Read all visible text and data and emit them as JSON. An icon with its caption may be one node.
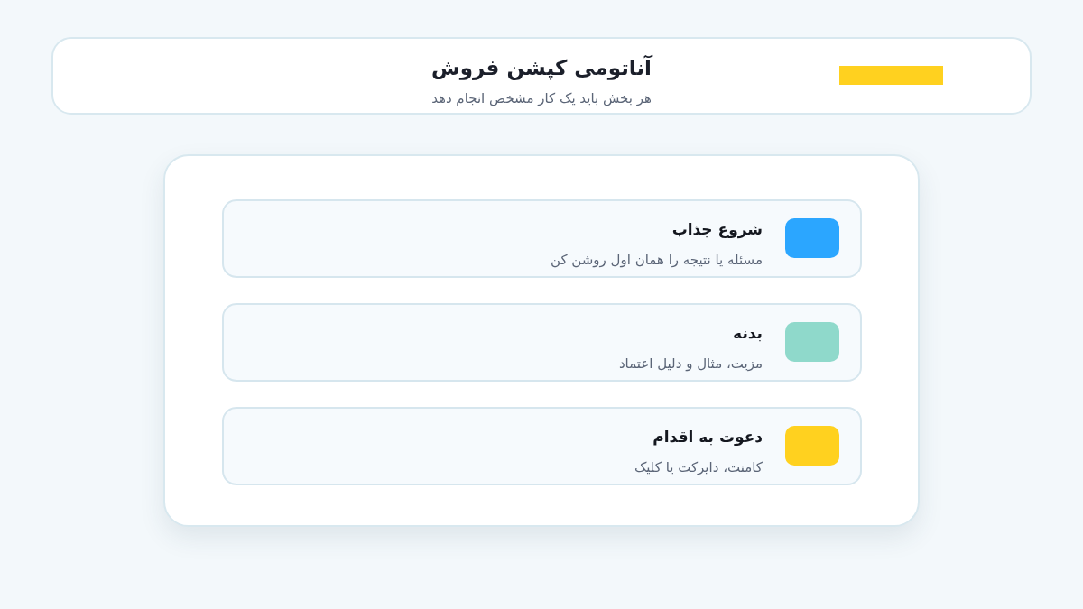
{
  "diagram": {
    "nodes": [
      {
        "text": [
          "آناتومی کپشن فروش",
          "هر بخش باید یک کار مشخص انجام دهد"
        ]
      },
      {
        "text": [],
        "shape": "box"
      },
      {
        "text": [
          "شروع جذاب",
          "مسئله یا نتیجه را همان اول روشن کن"
        ],
        "in": 1
      },
      {
        "text": [
          "بدنه",
          "مزیت، مثال و دلیل اعتماد"
        ],
        "in": 1
      },
      {
        "text": [
          "دعوت به اقدام",
          "کامنت، دایرکت یا کلیک"
        ],
        "in": 1
      }
    ]
  }
}
